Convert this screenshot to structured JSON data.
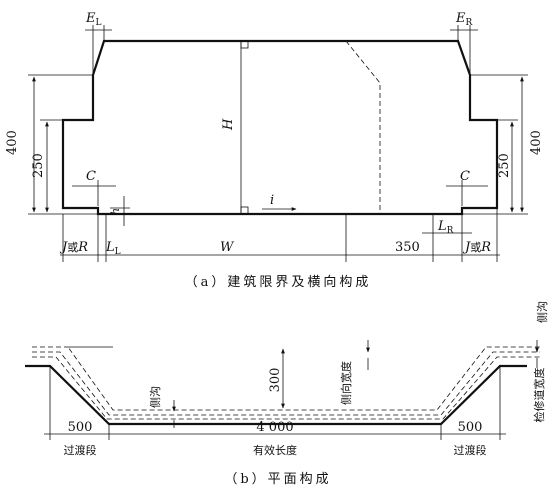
{
  "figure_a": {
    "labels": {
      "EL": "E",
      "EL_sub": "L",
      "ER": "E",
      "ER_sub": "R",
      "H": "H",
      "h": "h",
      "i": "i",
      "C_left": "C",
      "C_right": "C",
      "left_400": "400",
      "left_250": "250",
      "right_400": "400",
      "right_250": "250",
      "J_or_R_left_J": "J",
      "J_or_R_left_or": "或",
      "J_or_R_left_R": "R",
      "J_or_R_right_J": "J",
      "J_or_R_right_or": "或",
      "J_or_R_right_R": "R",
      "LL": "L",
      "LL_sub": "L",
      "W": "W",
      "LR": "L",
      "LR_sub": "R",
      "dim_350": "350"
    },
    "caption": "（a）建筑限界及横向构成"
  },
  "figure_b": {
    "labels": {
      "side_ditch_top": "侧沟",
      "side_ditch_mid": "侧沟",
      "dim_300": "300",
      "side_width": "侧向宽度",
      "maint_width": "检修道宽度",
      "dim_500_left": "500",
      "dim_4000": "4 000",
      "dim_500_right": "500",
      "transition_left": "过渡段",
      "effective_length": "有效长度",
      "transition_right": "过渡段"
    },
    "caption": "（b）平面构成"
  }
}
